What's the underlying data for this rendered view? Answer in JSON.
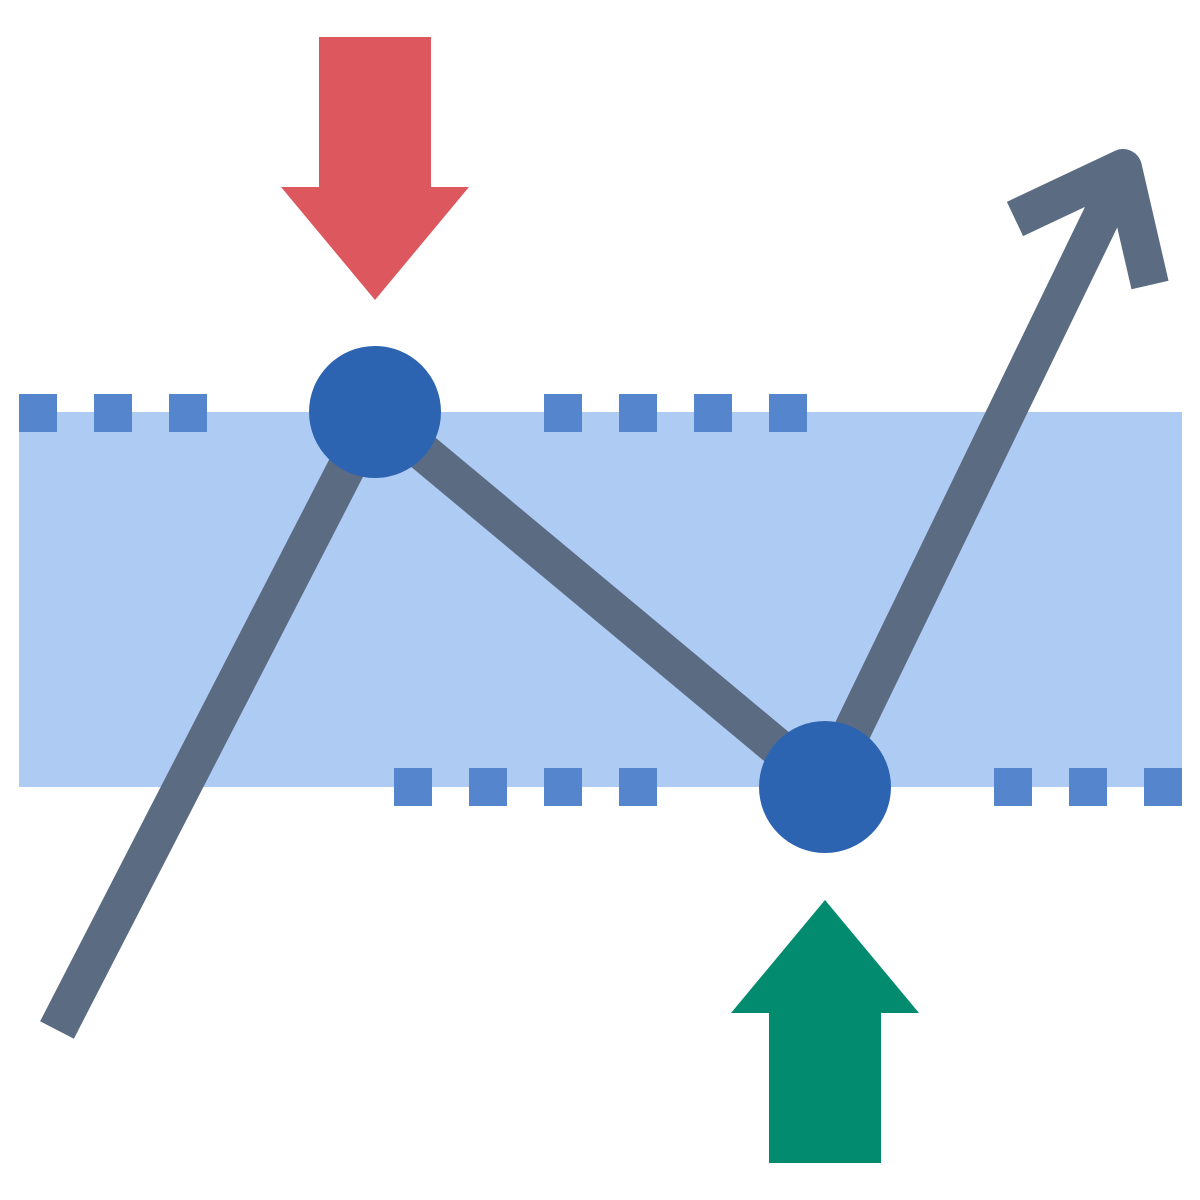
{
  "icon": {
    "name": "trading-range-breakout-icon",
    "colors": {
      "background": "#ffffff",
      "range_band": "#aecbf4",
      "range_dots": "#5485cd",
      "price_line": "#5a6b82",
      "pivot_points": "#2d64b1",
      "sell_arrow": "#dc585e",
      "buy_arrow": "#038b6f"
    },
    "elements": [
      "range-band",
      "resistance-dotted-line",
      "support-dotted-line",
      "price-line",
      "trend-arrowhead",
      "peak-point",
      "trough-point",
      "sell-arrow-icon",
      "buy-arrow-icon"
    ]
  }
}
